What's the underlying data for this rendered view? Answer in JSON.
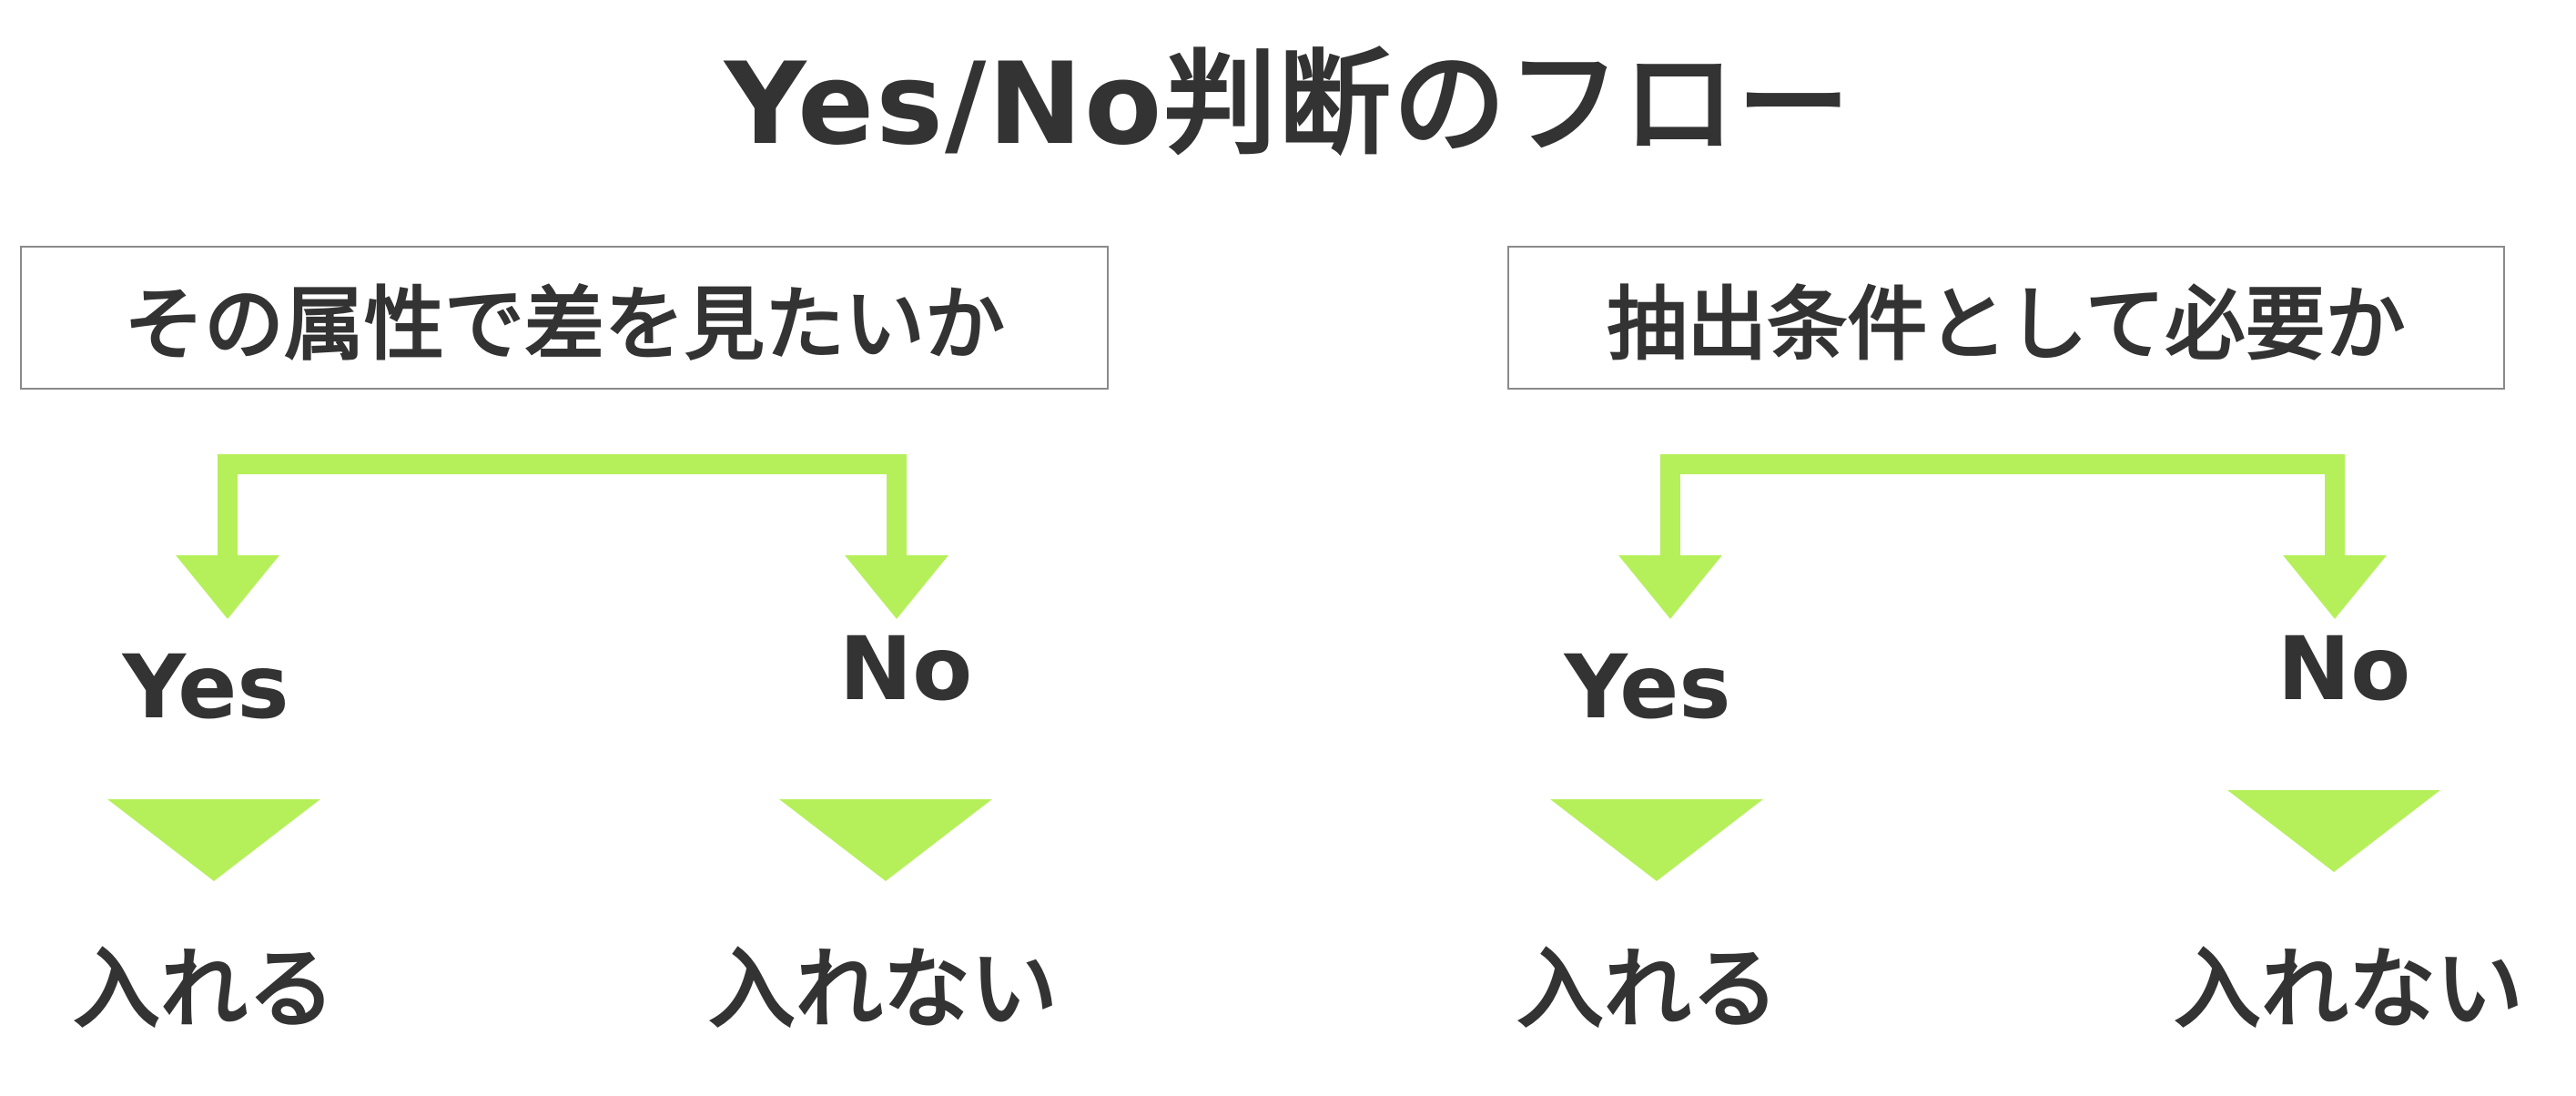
{
  "title": "Yes/No判断のフロー",
  "colors": {
    "text": "#333333",
    "arrow": "#b5f05a",
    "box_border": "#8a8a8a",
    "background": "#ffffff"
  },
  "flows": [
    {
      "question": "その属性で差を見たいか",
      "yes_label": "Yes",
      "no_label": "No",
      "yes_result": "入れる",
      "no_result": "入れない"
    },
    {
      "question": "抽出条件として必要か",
      "yes_label": "Yes",
      "no_label": "No",
      "yes_result": "入れる",
      "no_result": "入れない"
    }
  ]
}
